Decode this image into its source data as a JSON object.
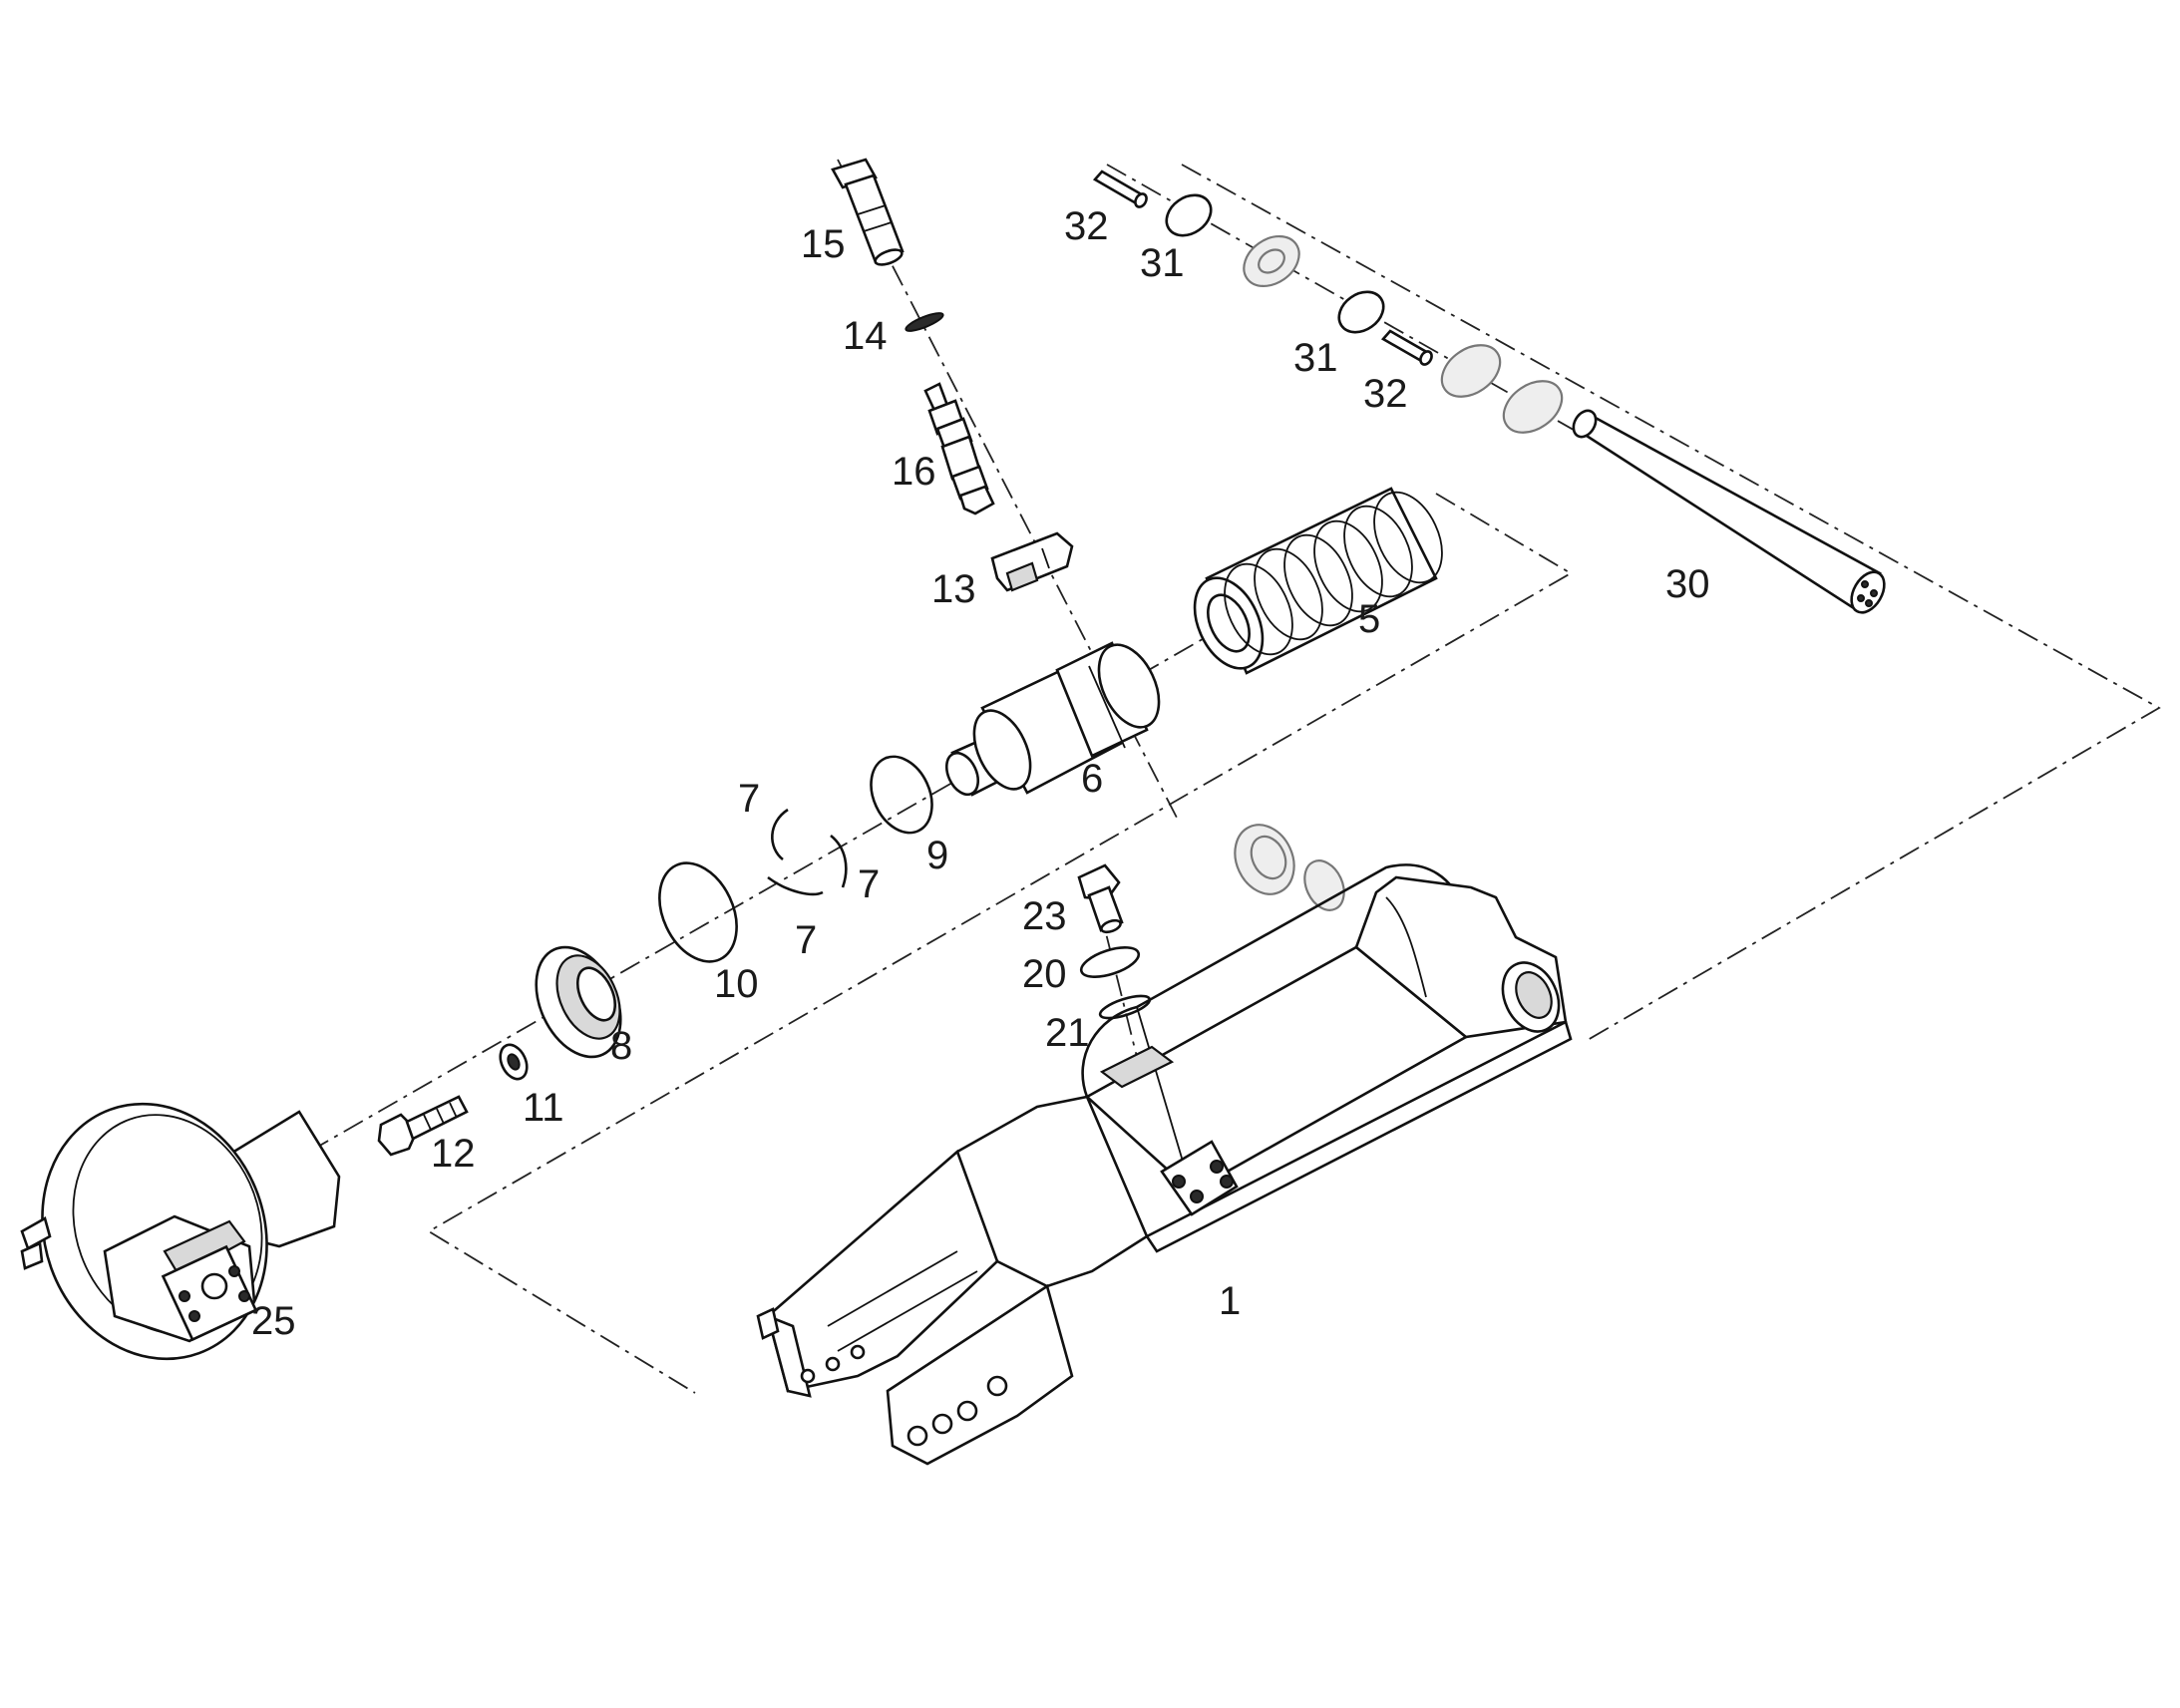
{
  "diagram": {
    "callouts": [
      {
        "id": "c15",
        "text": "15"
      },
      {
        "id": "c14",
        "text": "14"
      },
      {
        "id": "c16",
        "text": "16"
      },
      {
        "id": "c13",
        "text": "13"
      },
      {
        "id": "c32a",
        "text": "32"
      },
      {
        "id": "c31a",
        "text": "31"
      },
      {
        "id": "c31b",
        "text": "31"
      },
      {
        "id": "c32b",
        "text": "32"
      },
      {
        "id": "c30",
        "text": "30"
      },
      {
        "id": "c5",
        "text": "5"
      },
      {
        "id": "c6",
        "text": "6"
      },
      {
        "id": "c7a",
        "text": "7"
      },
      {
        "id": "c7b",
        "text": "7"
      },
      {
        "id": "c7c",
        "text": "7"
      },
      {
        "id": "c9",
        "text": "9"
      },
      {
        "id": "c10",
        "text": "10"
      },
      {
        "id": "c8",
        "text": "8"
      },
      {
        "id": "c11",
        "text": "11"
      },
      {
        "id": "c12",
        "text": "12"
      },
      {
        "id": "c23",
        "text": "23"
      },
      {
        "id": "c20",
        "text": "20"
      },
      {
        "id": "c21",
        "text": "21"
      },
      {
        "id": "c25",
        "text": "25"
      },
      {
        "id": "c1",
        "text": "1"
      }
    ]
  }
}
